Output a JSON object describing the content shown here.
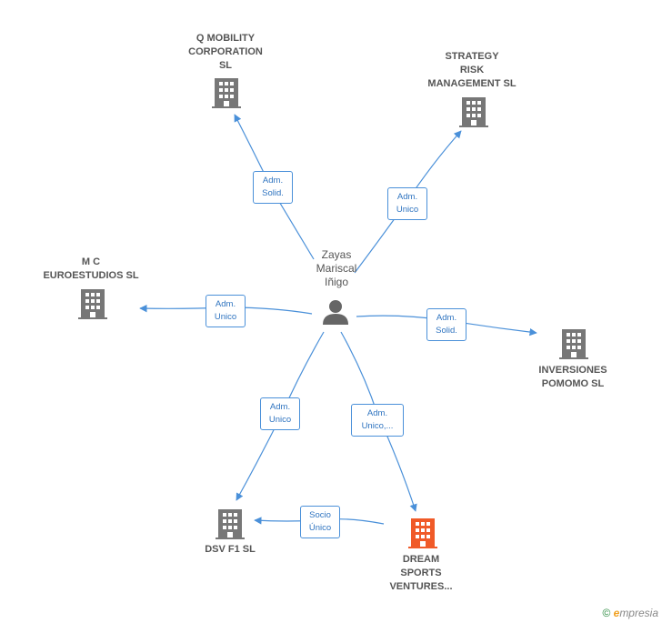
{
  "center": {
    "name_lines": [
      "Zayas",
      "Mariscal",
      "Iñigo"
    ],
    "icon": "person-icon"
  },
  "companies": [
    {
      "id": "qmobility",
      "name_lines": [
        "Q MOBILITY",
        "CORPORATION",
        "SL"
      ],
      "icon": "building-icon",
      "color": "#777777"
    },
    {
      "id": "strategy",
      "name_lines": [
        "STRATEGY",
        "RISK",
        "MANAGEMENT SL"
      ],
      "icon": "building-icon",
      "color": "#777777"
    },
    {
      "id": "mc",
      "name_lines": [
        "M C",
        "EUROESTUDIOS SL"
      ],
      "icon": "building-icon",
      "color": "#777777"
    },
    {
      "id": "pomomo",
      "name_lines": [
        "INVERSIONES",
        "POMOMO SL"
      ],
      "icon": "building-icon",
      "color": "#777777"
    },
    {
      "id": "dsv",
      "name_lines": [
        "DSV F1 SL"
      ],
      "icon": "building-icon",
      "color": "#777777"
    },
    {
      "id": "dream",
      "name_lines": [
        "DREAM",
        "SPORTS",
        "VENTURES..."
      ],
      "icon": "building-icon",
      "color": "#f05a28"
    }
  ],
  "edges": [
    {
      "id": "e-qmobility",
      "label_lines": [
        "Adm.",
        "Solid."
      ]
    },
    {
      "id": "e-strategy",
      "label_lines": [
        "Adm.",
        "Unico"
      ]
    },
    {
      "id": "e-mc",
      "label_lines": [
        "Adm.",
        "Unico"
      ]
    },
    {
      "id": "e-pomomo",
      "label_lines": [
        "Adm.",
        "Solid."
      ]
    },
    {
      "id": "e-dsv",
      "label_lines": [
        "Adm.",
        "Unico"
      ]
    },
    {
      "id": "e-dream",
      "label_lines": [
        "Adm.",
        "Unico,..."
      ]
    },
    {
      "id": "e-dream-dsv",
      "label_lines": [
        "Socio",
        "Único"
      ]
    }
  ],
  "colors": {
    "edge": "#4a90d9",
    "building": "#777777",
    "highlight": "#f05a28"
  },
  "footer": {
    "copyright": "©",
    "brand_first": "e",
    "brand_rest": "mpresia"
  }
}
